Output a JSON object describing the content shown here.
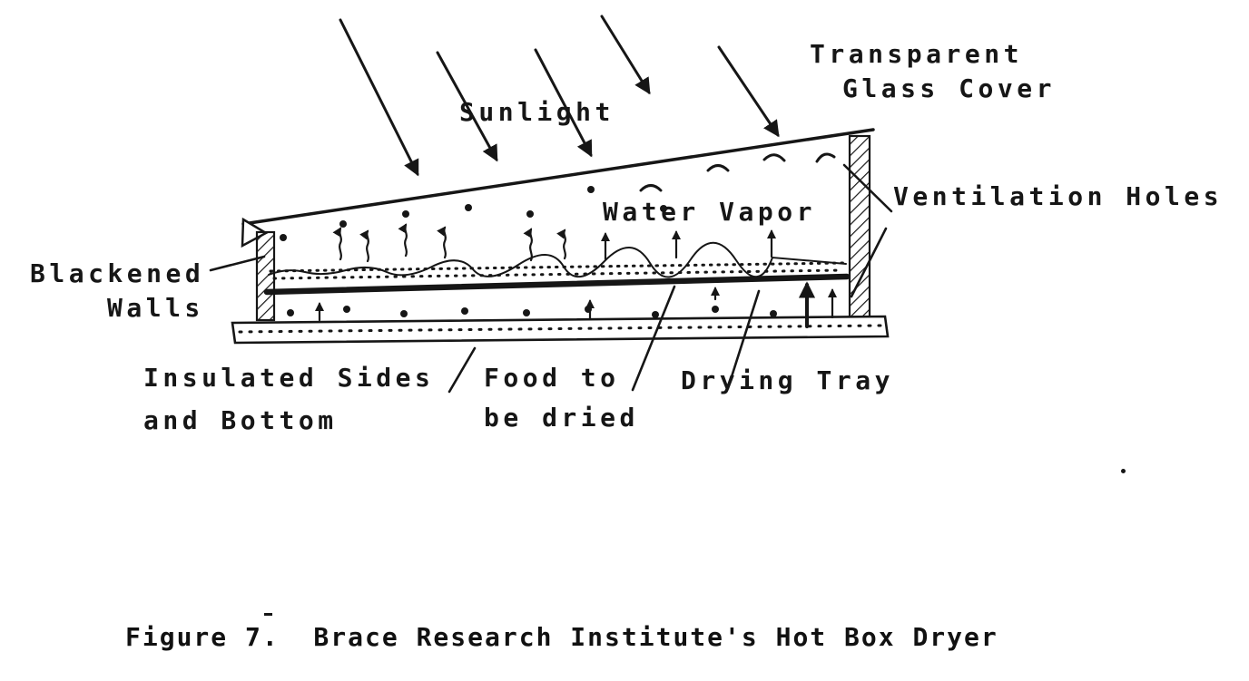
{
  "colors": {
    "ink": "#161616",
    "paper": "#ffffff"
  },
  "diagram": {
    "labels": {
      "sunlight": "Sunlight",
      "glass_cover_line1": "Transparent",
      "glass_cover_line2": "Glass Cover",
      "ventilation_holes": "Ventilation Holes",
      "water_vapor": "Water Vapor",
      "blackened_walls_line1": "Blackened",
      "blackened_walls_line2": "Walls",
      "insulated_line1": "Insulated Sides",
      "insulated_line2": "and Bottom",
      "food_line1": "Food to",
      "food_line2": "be dried",
      "drying_tray": "Drying Tray"
    }
  },
  "caption": "Figure 7.  Brace Research Institute's Hot Box Dryer"
}
